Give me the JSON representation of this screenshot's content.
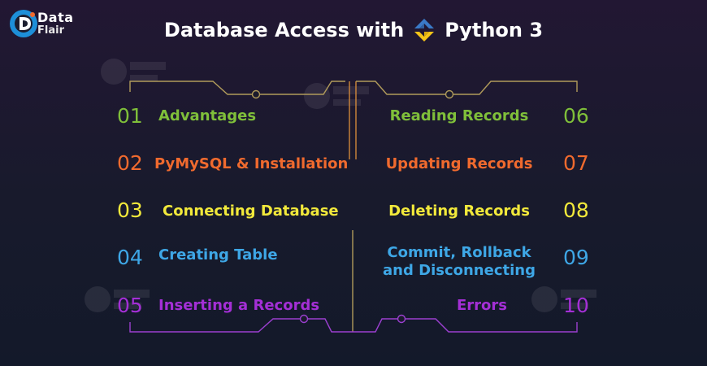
{
  "logo": {
    "word1": "Data",
    "word2": "Flair"
  },
  "title": {
    "left": "Database Access with",
    "right": "Python 3"
  },
  "colors": {
    "green": "#7fbf3a",
    "orange": "#f06a2e",
    "yellow": "#f2e93b",
    "blue": "#3ea7e6",
    "purple": "#a42fd6",
    "line_top": "#b09a5a",
    "line_bottom": "#9b3fd0"
  },
  "left_items": [
    {
      "num": "01",
      "label": "Advantages",
      "color": "green"
    },
    {
      "num": "02",
      "label": "PyMySQL & Installation",
      "color": "orange"
    },
    {
      "num": "03",
      "label": "Connecting Database",
      "color": "yellow"
    },
    {
      "num": "04",
      "label": "Creating Table",
      "color": "blue"
    },
    {
      "num": "05",
      "label": "Inserting a Records",
      "color": "purple"
    }
  ],
  "right_items": [
    {
      "num": "06",
      "label": "Reading Records",
      "color": "green"
    },
    {
      "num": "07",
      "label": "Updating Records",
      "color": "orange"
    },
    {
      "num": "08",
      "label": "Deleting Records",
      "color": "yellow"
    },
    {
      "num": "09",
      "label_line1": "Commit, Rollback",
      "label_line2": "and Disconnecting",
      "color": "blue"
    },
    {
      "num": "10",
      "label": "Errors",
      "color": "purple"
    }
  ]
}
